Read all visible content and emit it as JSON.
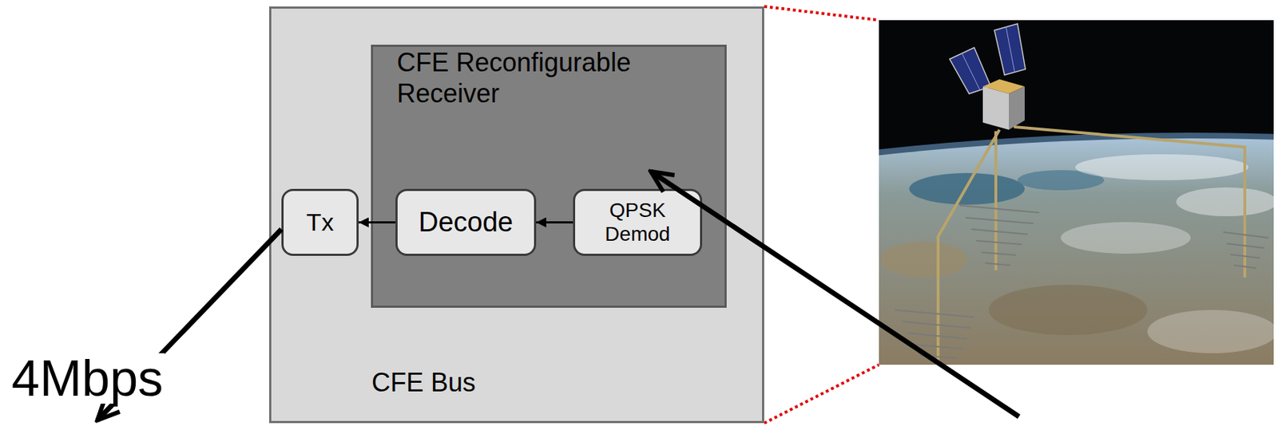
{
  "diagram": {
    "nodes": [
      {
        "text": [
          "CFE Bus"
        ]
      },
      {
        "text": [
          "CFE Reconfigurable Receiver"
        ],
        "in": 0
      },
      {
        "text": [
          "Tx"
        ],
        "in": 0
      },
      {
        "text": [
          "Decode"
        ],
        "in": 1
      },
      {
        "text": [
          "QPSK Demod"
        ],
        "in": 1
      }
    ],
    "edges": [
      {
        "from": 4,
        "to": 3,
        "arrow": "to"
      },
      {
        "from": 3,
        "to": 2,
        "arrow": "to"
      }
    ],
    "labels": [
      "4Mbps"
    ]
  }
}
